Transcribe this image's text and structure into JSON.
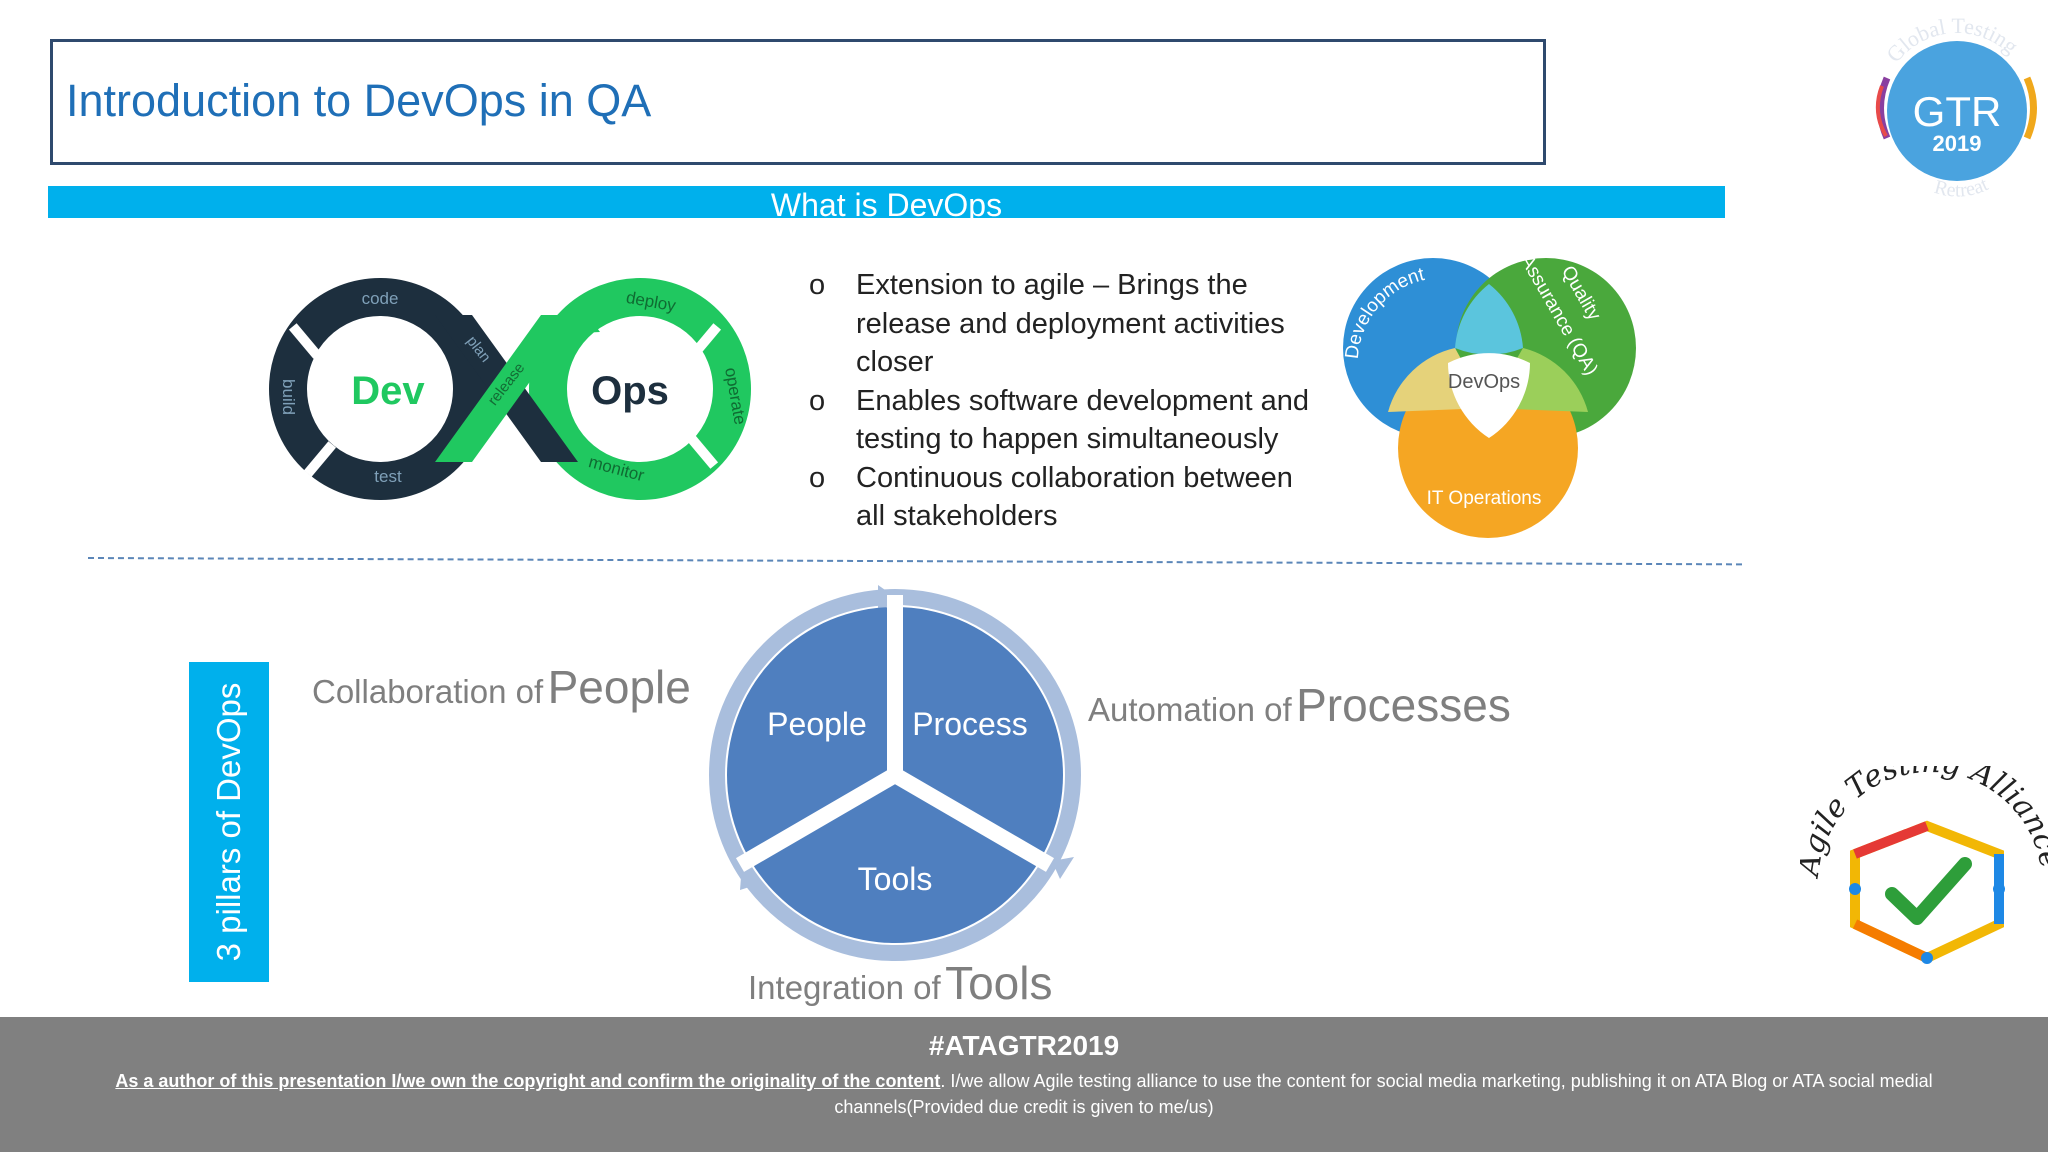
{
  "slide": {
    "title": "Introduction to DevOps in QA",
    "banner": "What is DevOps"
  },
  "infinity_logo": {
    "left_word": "Dev",
    "right_word": "Ops",
    "stages": {
      "code": "code",
      "plan": "plan",
      "build": "build",
      "test": "test",
      "release": "release",
      "deploy": "deploy",
      "operate": "operate",
      "monitor": "monitor"
    },
    "colors": {
      "dark": "#1d2f3e",
      "green": "#20c860"
    }
  },
  "bullets": [
    "Extension to agile – Brings the release and deployment activities closer",
    "Enables software development and testing to happen simultaneously",
    "Continuous collaboration between all stakeholders"
  ],
  "venn": {
    "development": "Development",
    "qa": "Quality Assurance (QA)",
    "it_ops": "IT Operations",
    "center": "DevOps",
    "colors": {
      "development": "#2e8fd6",
      "qa": "#4aa83c",
      "it_ops": "#f5a623"
    }
  },
  "pillars": {
    "vertical_label": "3 pillars of DevOps",
    "segments": {
      "people": "People",
      "process": "Process",
      "tools": "Tools"
    },
    "captions": {
      "people_prefix": "Collaboration of",
      "people_word": "People",
      "process_prefix": "Automation of",
      "process_word": "Processes",
      "tools_prefix": "Integration of",
      "tools_word": "Tools"
    },
    "colors": {
      "segment": "#4f7fbf",
      "arrow": "#a9bedd"
    }
  },
  "gtr_logo": {
    "text": "GTR",
    "year": "2019",
    "arc_top": "Global Testing",
    "arc_bottom": "Retreat"
  },
  "ata_logo": {
    "text": "Agile Testing Alliance"
  },
  "footer": {
    "hashtag": "#ATAGTR2019",
    "disclaimer_bold": "As a author of this presentation I/we own the copyright and confirm the originality of the content",
    "disclaimer_rest": ". I/we allow Agile testing alliance to use the content for social media marketing, publishing it on ATA Blog or ATA social medial channels(Provided due credit is given to me/us)"
  }
}
